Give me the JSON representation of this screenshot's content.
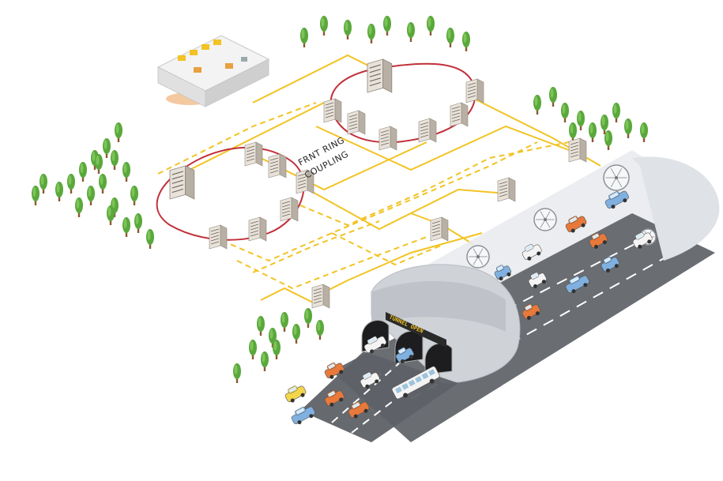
{
  "diagram": {
    "ring_label_line1": "FRNT RING",
    "ring_label_line2": "COUPLING",
    "tunnel_sign": "TUNNEL OPEN"
  },
  "colors": {
    "ring_link": "#c0303a",
    "backbone_link": "#f2c322",
    "switch_body": "#e8e2da",
    "switch_shade": "#b8b0a4",
    "tree_green": "#5aa83c",
    "trunk": "#8a5a30",
    "tunnel": "#d4d7dc",
    "road": "#5a5d62",
    "car_orange": "#e8793a",
    "car_blue": "#7fb0e0",
    "car_white": "#f4f4f4",
    "taxi": "#f3d64a"
  },
  "icons": [
    "switch-icon",
    "fan-icon",
    "tree-icon",
    "car-icon",
    "bus-icon",
    "truck-icon",
    "control-room-icon"
  ]
}
